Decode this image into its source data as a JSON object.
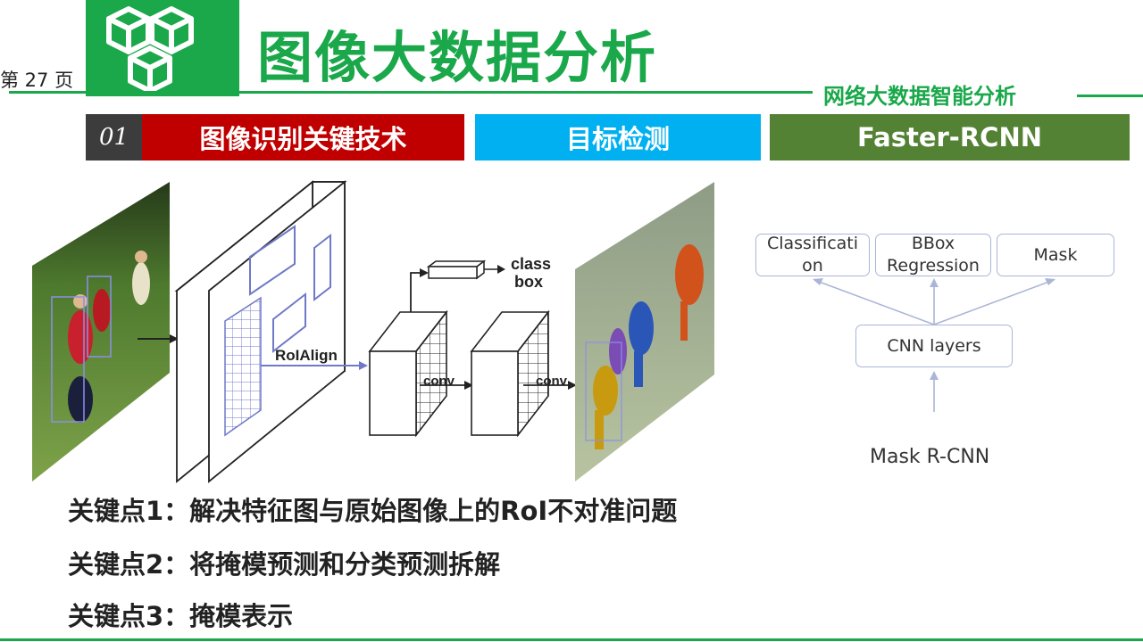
{
  "header": {
    "page_number": "第 27 页",
    "title": "图像大数据分析",
    "subtitle": "网络大数据智能分析"
  },
  "section_bar": {
    "number": "01",
    "items": [
      "图像识别关键技术",
      "目标检测",
      "Faster-RCNN"
    ],
    "colors": [
      "#c00000",
      "#00b0f0",
      "#548235"
    ]
  },
  "figure_left": {
    "roialign_label": "RoIAlign",
    "conv_labels": [
      "conv",
      "conv"
    ],
    "class_label": "class",
    "box_label": "box"
  },
  "figure_right": {
    "boxes": [
      "Classificati\non",
      "BBox\nRegression",
      "Mask"
    ],
    "cnn_label": "CNN layers",
    "caption": "Mask R-CNN"
  },
  "key_points": [
    "关键点1：解决特征图与原始图像上的RoI不对准问题",
    "关键点2：将掩模预测和分类预测拆解",
    "关键点3：掩模表示"
  ],
  "colors": {
    "brand_green": "#1aa84a"
  }
}
